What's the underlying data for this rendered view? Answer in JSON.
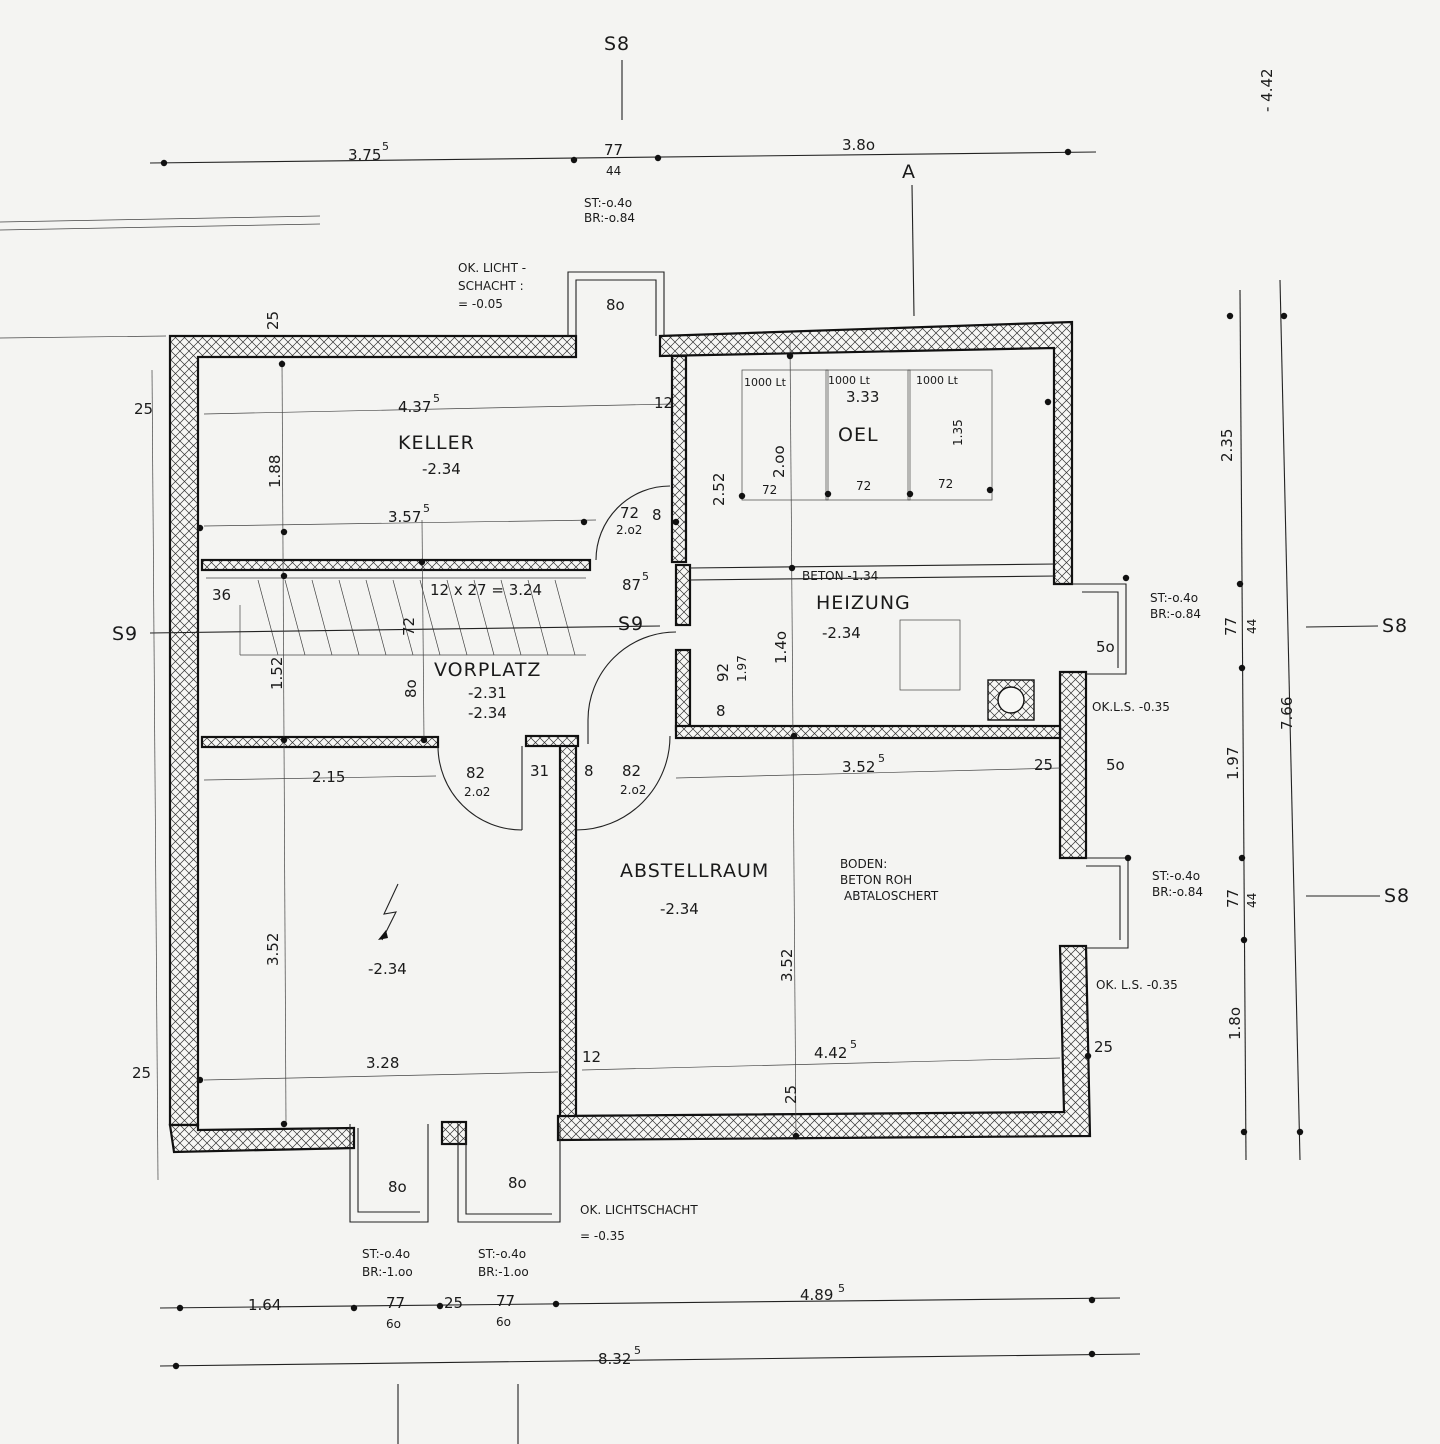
{
  "rooms": {
    "keller": {
      "name": "KELLER",
      "level": "-2.34"
    },
    "oel": {
      "name": "OEL",
      "level": ""
    },
    "heizung": {
      "name": "HEIZUNG",
      "level": "-2.34"
    },
    "vorplatz": {
      "name": "VORPLATZ",
      "level_a": "-2.31",
      "level_b": "-2.34"
    },
    "abstellraum": {
      "name": "ABSTELLRAUM",
      "level": "-2.34"
    },
    "room_sw": {
      "level": "-2.34"
    }
  },
  "notes": {
    "boden": [
      "BODEN:",
      "BETON ROH",
      "ABTALOSCHERT"
    ],
    "beton": "BETON  -1.34",
    "stairs": "12 x 27 = 3.24",
    "lichtschacht_top": [
      "OK. LICHT -",
      "SCHACHT :",
      "= -0.05"
    ],
    "lichtschacht_bottom": [
      "OK. LICHTSCHACHT",
      "= -0.35"
    ],
    "ok_ls_1": "OK.L.S. -0.35",
    "ok_ls_2": "OK.  L.S.  -0.35",
    "tank": "1000 Lt"
  },
  "window_specs": {
    "top": {
      "st": "ST:-o.4o",
      "br": "BR:-o.84",
      "w": "77",
      "h": "44"
    },
    "right_1": {
      "st": "ST:-o.4o",
      "br": "BR:-o.84",
      "w": "77",
      "h": "44"
    },
    "right_2": {
      "st": "ST:-o.4o",
      "br": "BR:-o.84",
      "w": "77",
      "h": "44"
    },
    "bottom_1": {
      "st": "ST:-o.4o",
      "br": "BR:-1.oo",
      "w": "77",
      "h": "6o"
    },
    "bottom_2": {
      "st": "ST:-o.4o",
      "br": "BR:-1.oo",
      "w": "77",
      "h": "6o"
    }
  },
  "section_marks": {
    "s8": "S8",
    "s9": "S9",
    "a": "A"
  },
  "top_dims": [
    "3.75",
    "77",
    "3.8o"
  ],
  "bottom_dims": [
    "1.64",
    "77",
    "25",
    "77",
    "4.89"
  ],
  "total_width": "8.32",
  "right_dims": [
    "2.35",
    "77",
    "1.97",
    "77",
    "1.8o"
  ],
  "total_height": "7.66",
  "overall_right": "- 4.42",
  "inner_dims": {
    "keller_w": "4.37",
    "keller_h": "1.88",
    "keller_w2": "3.57",
    "oel_w": "3.33",
    "oel_h": "2.52",
    "oel_tank_h": "2.oo",
    "oel_135": "1.35",
    "heiz_h": "1.4o",
    "heiz_92": "92",
    "heiz_197": "1.97",
    "hall_152": "1.52",
    "hall_215": "2.15",
    "sw_352": "3.52",
    "sw_328": "3.28",
    "abst_352": "3.52",
    "abst_352w": "3.52",
    "abst_442": "4.42",
    "door_82a": "82",
    "door_82b": "82",
    "door_202": "2.o2",
    "door_72": "72",
    "door_87": "87",
    "d36": "36",
    "d72": "72",
    "d8o": "8o",
    "d25": "25",
    "d12": "12",
    "d5": "5",
    "d5o": "5o",
    "d8": "8",
    "d31": "31"
  },
  "sup5": "5",
  "colors": {
    "ink": "#111111",
    "paper": "#f4f4f2"
  }
}
